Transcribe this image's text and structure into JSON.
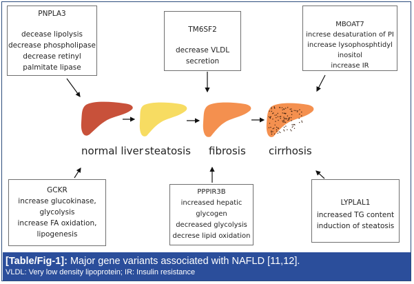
{
  "figure": {
    "genes": {
      "pnpla3": {
        "name": "PNPLA3",
        "lines": [
          "decease lipolysis",
          "decrease phospholipase",
          "decrease retinyl",
          "palmitate lipase"
        ]
      },
      "tm6sf2": {
        "name": "TM6SF2",
        "lines": [
          "decrease VLDL",
          "secretion"
        ]
      },
      "mboat7": {
        "name": "MBOAT7",
        "lines": [
          "increse desaturation of PI",
          "increase lysophosphtidyl",
          "inositol",
          "increase IR"
        ]
      },
      "gckr": {
        "name": "GCKR",
        "lines": [
          "increase glucokinase,",
          "glycolysis",
          "increase FA oxidation,",
          "lipogenesis"
        ]
      },
      "ppp1r3b": {
        "name": "PPPIR3B",
        "lines": [
          "increased hepatic",
          "glycogen",
          "decreased glycolysis",
          "decrese lipid oxidation"
        ]
      },
      "lyplal1": {
        "name": "LYPLAL1",
        "lines": [
          "increased TG content",
          "induction of steatosis"
        ]
      }
    },
    "stages": [
      {
        "label": "normal liver",
        "color": "#c8513a"
      },
      {
        "label": "steatosis",
        "color": "#f7dc62"
      },
      {
        "label": "fibrosis",
        "color": "#f4904f"
      },
      {
        "label": "cirrhosis",
        "color": "#f4904f"
      }
    ],
    "liver_icons": [
      "normal-liver-icon",
      "steatosis-liver-icon",
      "fibrosis-liver-icon",
      "cirrhosis-liver-icon"
    ]
  },
  "caption": {
    "label": "[Table/Fig-1]:",
    "title": " Major gene variants associated with NAFLD [11,12].",
    "footnote": "VLDL: Very low density lipoprotein; IR: Insulin resistance",
    "background": "#2b4e9b"
  }
}
